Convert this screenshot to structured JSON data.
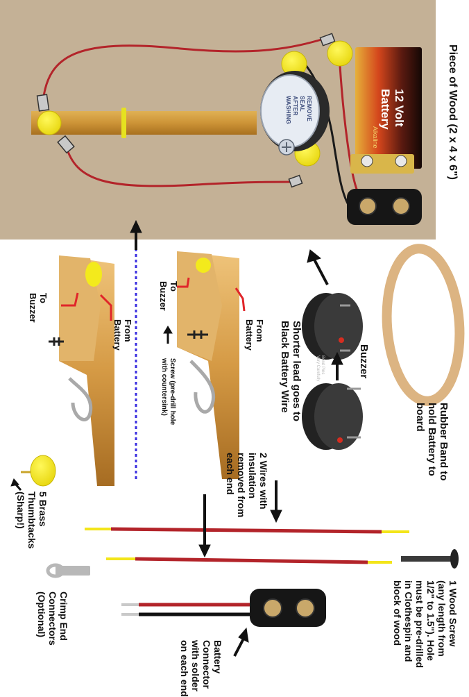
{
  "board_title": "Piece of Wood (2 x 4 x 6\")",
  "battery": {
    "voltage": "12 Volt",
    "name": "Battery",
    "brand": "Alkaline"
  },
  "buzzer_seal": [
    "REMOVE",
    "SEAL",
    "AFTER",
    "WASHING"
  ],
  "labels": {
    "rubber_band": [
      "Rubber Band to",
      "hold Battery to",
      "board"
    ],
    "buzzer": "Buzzer",
    "buzzer_note": [
      "Shorter lead goes to",
      "Black Battery Wire"
    ],
    "bend_pins": [
      "Bend Pins",
      "Very Carefully"
    ],
    "from_battery": [
      "From",
      "Battery"
    ],
    "to_buzzer": [
      "To",
      "Buzzer"
    ],
    "screw_note": [
      "Screw (pre-drill hole",
      "with countersink)"
    ],
    "wires": [
      "2 Wires with",
      "insulation",
      "removed from",
      "each end"
    ],
    "wood_screw": [
      "1 Wood Screw",
      "(any length from",
      "1/2\" to 1.5\"). Hole",
      "must be pre-drilled",
      "in Clothespin and",
      "block of wood"
    ],
    "thumbtacks": [
      "5 Brass",
      "Thumbtacks",
      "(Sharp!)"
    ],
    "crimp": [
      "Crimp End",
      "Connectors",
      "(Optional)"
    ],
    "connector": [
      "Battery",
      "Connector",
      "with solder",
      "on each end"
    ]
  },
  "colors": {
    "board": "#c4b196",
    "wire_red": "#b3242a",
    "tack_yellow": "#f3ea1c",
    "clothespin": "#d9a24e",
    "arrow": "#111111",
    "dotted_line": "#3b2fe0"
  }
}
